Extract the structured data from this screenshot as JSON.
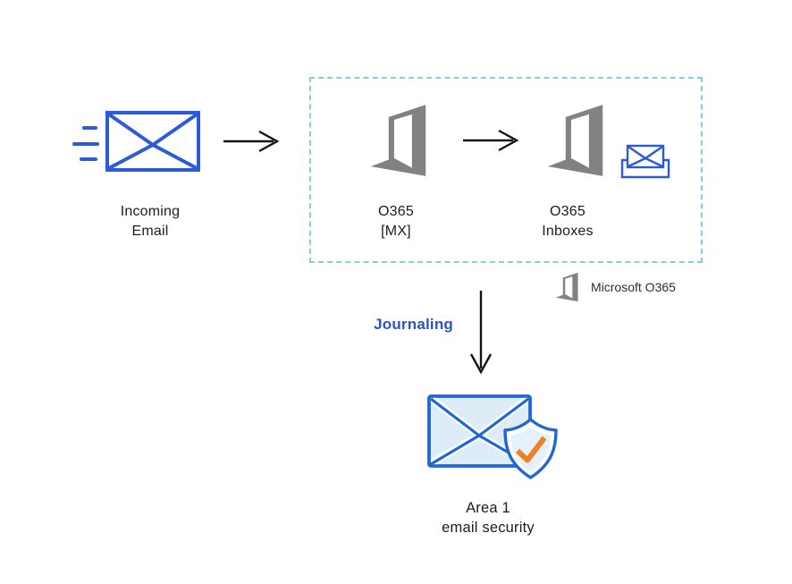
{
  "diagram": {
    "type": "email-flow-architecture",
    "nodes": {
      "incoming_email": {
        "label_line1": "Incoming",
        "label_line2": "Email",
        "icon": "envelope-icon"
      },
      "o365_mx": {
        "label_line1": "O365",
        "label_line2": "[MX]",
        "icon": "office365-icon"
      },
      "o365_inboxes": {
        "label_line1": "O365",
        "label_line2": "Inboxes",
        "icon": "office365-icon",
        "secondary_icon": "inbox-envelope-icon"
      },
      "area1": {
        "label_line1": "Area 1",
        "label_line2": "email security",
        "icon": "envelope-shield-check-icon"
      }
    },
    "edges": [
      {
        "from": "incoming_email",
        "to": "o365_mx",
        "style": "arrow-right",
        "label": ""
      },
      {
        "from": "o365_mx",
        "to": "o365_inboxes",
        "style": "arrow-right",
        "label": ""
      },
      {
        "from": "o365_group",
        "to": "area1",
        "style": "arrow-down",
        "label": "Journaling"
      }
    ],
    "journaling_label": "Journaling",
    "group_box": {
      "style": "dashed",
      "contains": [
        "o365_mx",
        "o365_inboxes"
      ]
    },
    "legend": {
      "icon": "office365-icon",
      "label": "Microsoft O365"
    }
  },
  "colors": {
    "primary_blue": "#2b5bd7",
    "security_blue": "#2067d4",
    "light_blue_fill": "#dcedf8",
    "inner_shield_fill": "#e2f1fb",
    "dash_teal": "#85cede",
    "office_gray": "#828282",
    "orange_check": "#ef8122",
    "journaling_blue": "#2b52cb",
    "arrow_black": "#141414",
    "text_black": "#1c1c1c",
    "legend_text": "#2e2e2e"
  }
}
